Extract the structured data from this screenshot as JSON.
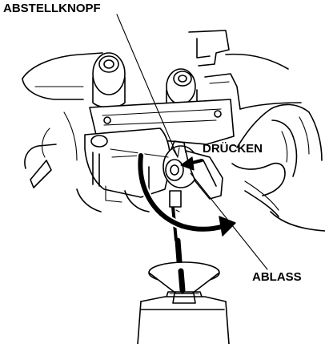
{
  "labels": {
    "stop_knob": "ABSTELLKNOPF",
    "press": "DRÜCKEN",
    "drain": "ABLASS"
  },
  "colors": {
    "ink": "#000000",
    "background": "#ffffff"
  },
  "icons": {
    "press_arrow": "arrow-left-icon",
    "flow_arrow": "curved-arrow-right-icon"
  }
}
